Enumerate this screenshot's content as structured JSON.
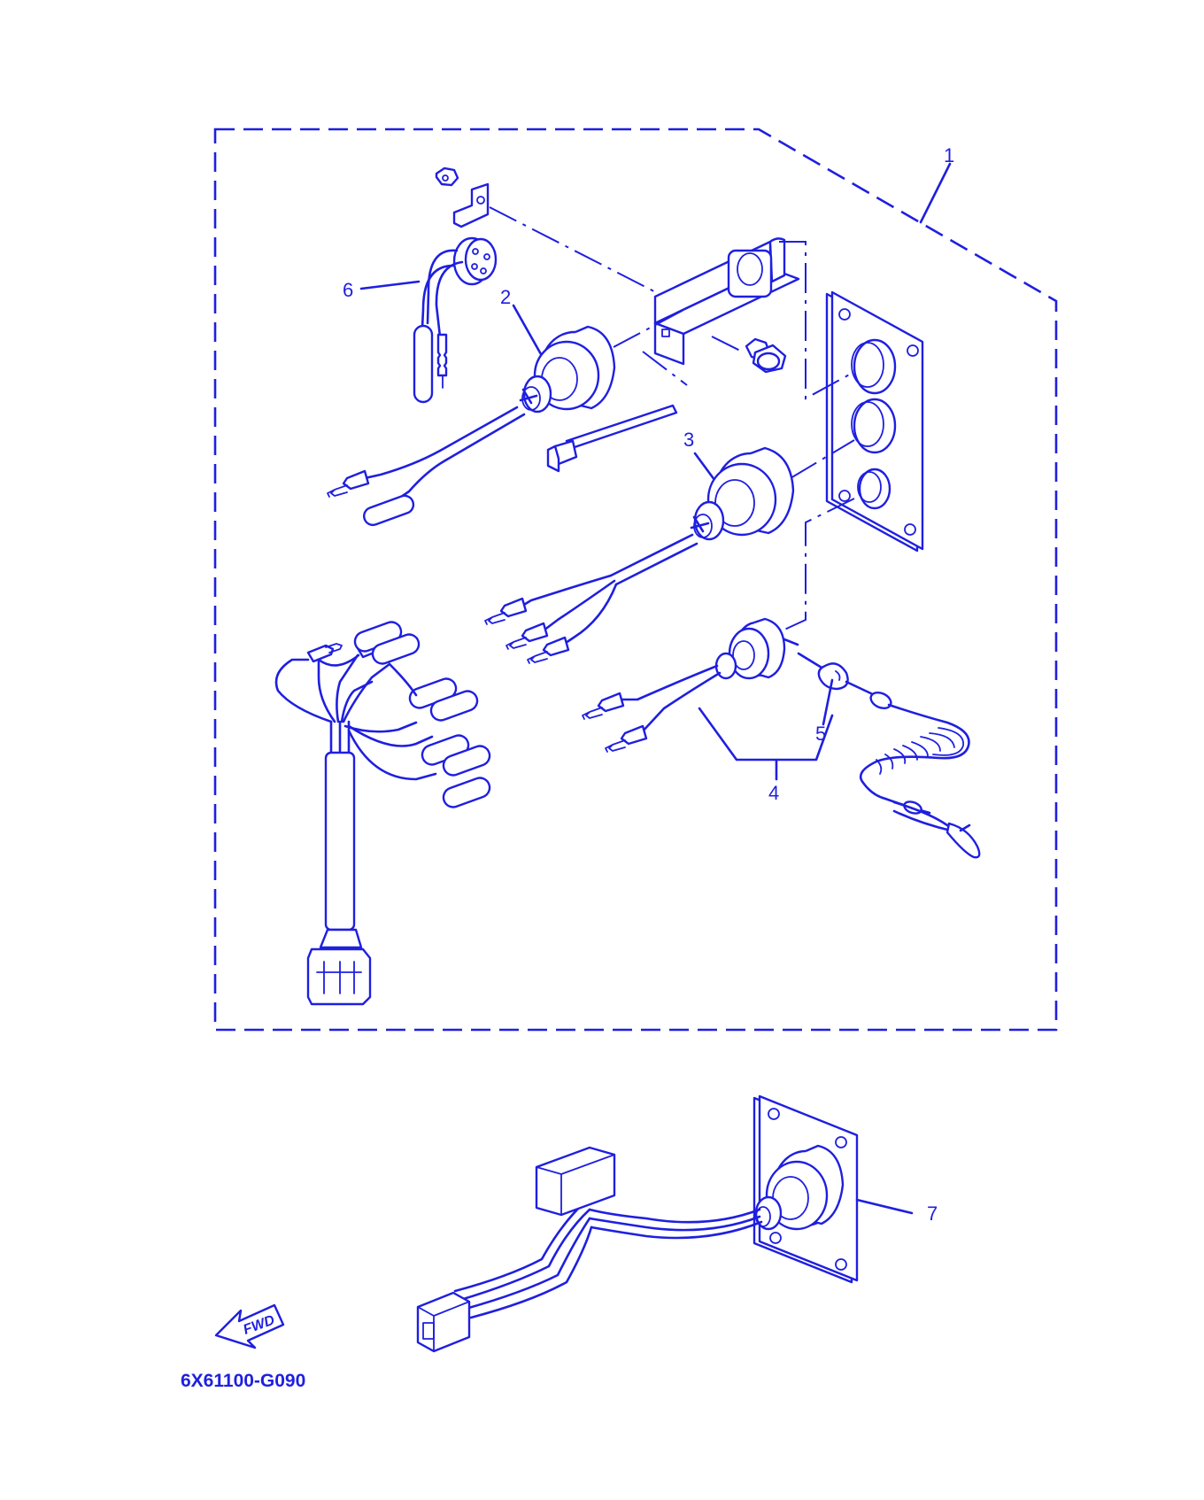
{
  "diagram": {
    "callouts": {
      "c1": "1",
      "c2": "2",
      "c3": "3",
      "c4": "4",
      "c5": "5",
      "c6": "6",
      "c7": "7"
    },
    "direction_label": "FWD",
    "drawing_code": "6X61100-G090",
    "line_color": "#1f1fe0",
    "background_color": "#ffffff"
  }
}
